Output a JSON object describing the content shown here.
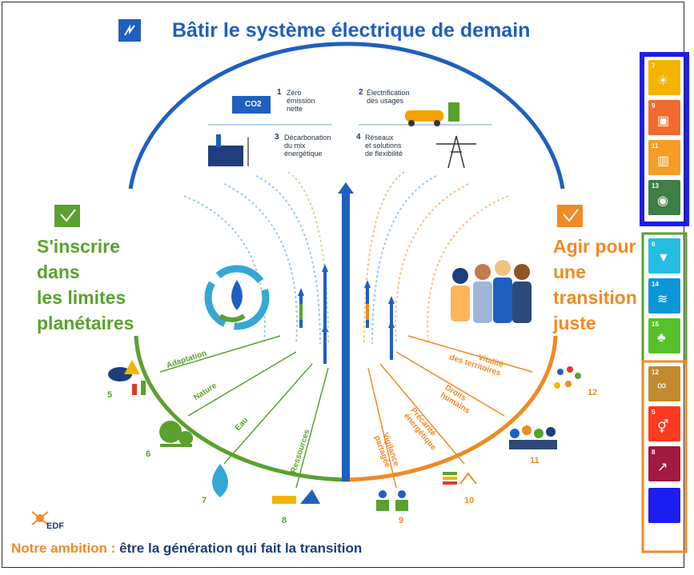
{
  "header": {
    "title": "Bâtir le système électrique de demain"
  },
  "top_items": [
    {
      "num": "1",
      "label": "Zéro\némission\nnette"
    },
    {
      "num": "2",
      "label": "Électrification\ndes usages"
    },
    {
      "num": "3",
      "label": "Décarbonation\ndu mix\nénergétique"
    },
    {
      "num": "4",
      "label": "Réseaux\net solutions\nde flexibilité"
    }
  ],
  "left": {
    "title_line1": "S'inscrire",
    "title_line2": "dans",
    "title_line3": "les limites",
    "title_line4": "planétaires"
  },
  "right": {
    "title_line1": "Agir pour",
    "title_line2": "une",
    "title_line3": "transition",
    "title_line4": "juste"
  },
  "left_arc_labels": [
    "Adaptation",
    "Nature",
    "Eau",
    "Ressources"
  ],
  "right_arc_labels": [
    "Vitalité\ndes territoires",
    "Droits\nhumains",
    "Précarité\nénergétique",
    "Vigilance\npartagée"
  ],
  "sdg_numbers": [
    "5",
    "6",
    "7",
    "8",
    "9",
    "10",
    "11",
    "12"
  ],
  "co2_label": "CO2",
  "logo": "EDF",
  "ambition": {
    "prefix": "Notre ambition :",
    "text": " être la génération qui fait la transition"
  },
  "colors": {
    "blue": "#1f5fbf",
    "green": "#5aa12f",
    "orange": "#f08a24",
    "dark_blue": "#1f3d7a"
  },
  "sdg_tiles_blue": [
    {
      "num": "7",
      "color": "#f4b400",
      "icon": "sun-icon"
    },
    {
      "num": "9",
      "color": "#f26a2e",
      "icon": "cubes-icon"
    },
    {
      "num": "11",
      "color": "#f59d25",
      "icon": "city-icon"
    },
    {
      "num": "13",
      "color": "#3f7e44",
      "icon": "eye-icon"
    }
  ],
  "sdg_tiles_green": [
    {
      "num": "6",
      "color": "#26bde2",
      "icon": "water-icon"
    },
    {
      "num": "14",
      "color": "#0a97d9",
      "icon": "fish-icon"
    },
    {
      "num": "15",
      "color": "#56c02b",
      "icon": "tree-icon"
    }
  ],
  "sdg_tiles_orange": [
    {
      "num": "12",
      "color": "#bf8b2e",
      "icon": "infinity-icon"
    },
    {
      "num": "5",
      "color": "#ff3a21",
      "icon": "gender-icon"
    },
    {
      "num": "8",
      "color": "#a21942",
      "icon": "growth-icon"
    },
    {
      "num": "",
      "color": "#1d1df0",
      "icon": "blank-icon"
    }
  ]
}
